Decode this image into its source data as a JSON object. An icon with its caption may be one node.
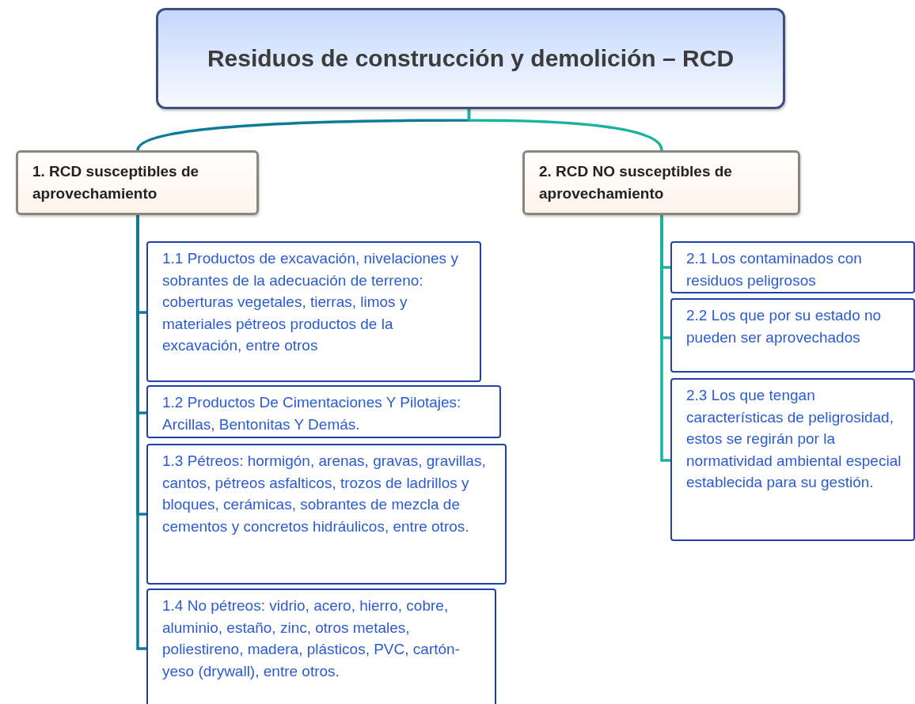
{
  "diagram": {
    "nodes": [
      {
        "text": [
          "Residuos de construcción y demolición – RCD"
        ]
      },
      {
        "text": [
          "1. RCD susceptibles de aprovechamiento"
        ]
      },
      {
        "text": [
          "2. RCD NO susceptibles de aprovechamiento"
        ]
      },
      {
        "text": [
          "1.1 Productos de excavación, nivelaciones y sobrantes de la adecuación de terreno: coberturas vegetales, tierras, limos y materiales pétreos productos de la excavación, entre otros"
        ]
      },
      {
        "text": [
          "1.2 Productos De Cimentaciones Y Pilotajes: Arcillas, Bentonitas Y Demás."
        ]
      },
      {
        "text": [
          "1.3 Pétreos: hormigón, arenas, gravas, gravillas, cantos, pétreos asfalticos, trozos de ladrillos y bloques, cerámicas, sobrantes de mezcla de cementos y concretos hidráulicos, entre otros."
        ]
      },
      {
        "text": [
          "1.4 No pétreos: vidrio, acero, hierro, cobre, aluminio, estaño, zinc, otros metales, poliestireno, madera, plásticos, PVC, cartón-yeso (drywall), entre otros."
        ]
      },
      {
        "text": [
          "2.1 Los contaminados con residuos peligrosos"
        ]
      },
      {
        "text": [
          "2.2 Los que por su estado no pueden ser aprovechados"
        ]
      },
      {
        "text": [
          "2.3 Los que tengan características de peligrosidad, estos se regirán por la normatividad ambiental especial establecida para su gestión."
        ]
      }
    ],
    "edges": [
      {
        "from": 0,
        "to": 1,
        "arrow": "none"
      },
      {
        "from": 0,
        "to": 2,
        "arrow": "none",
        "color": "#1ab3a0"
      },
      {
        "from": 1,
        "to": 3,
        "arrow": "none"
      },
      {
        "from": 1,
        "to": 4,
        "arrow": "none"
      },
      {
        "from": 1,
        "to": 5,
        "arrow": "none"
      },
      {
        "from": 1,
        "to": 6,
        "arrow": "none"
      },
      {
        "from": 2,
        "to": 7,
        "arrow": "none",
        "color": "#1ab3a0"
      },
      {
        "from": 2,
        "to": 8,
        "arrow": "none",
        "color": "#1ab3a0"
      },
      {
        "from": 2,
        "to": 9,
        "arrow": "none",
        "color": "#1ab3a0"
      }
    ]
  }
}
